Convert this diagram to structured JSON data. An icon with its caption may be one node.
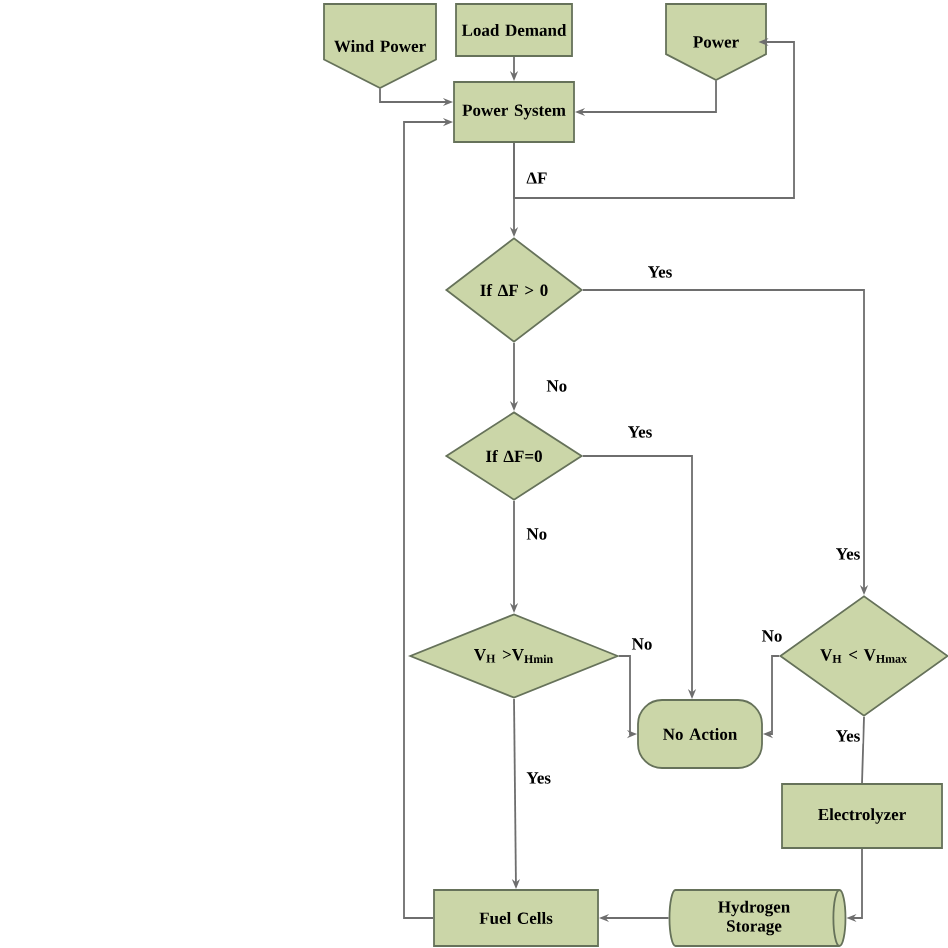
{
  "diagram": {
    "nodes": [
      {
        "text": [
          "Wind Power"
        ]
      },
      {
        "text": [
          "Load Demand"
        ]
      },
      {
        "text": [
          "Power"
        ]
      },
      {
        "text": [
          "Power System"
        ]
      },
      {
        "text": [
          "If ΔF > 0"
        ]
      },
      {
        "text": [
          "If ΔF=0"
        ]
      },
      {
        "text": [
          "V$_{H}$ >V$_{Hmin}$"
        ]
      },
      {
        "text": [
          "No Action"
        ]
      },
      {
        "text": [
          "V$_{H}$ < V$_{Hmax}$"
        ]
      },
      {
        "text": [
          "Electrolyzer"
        ]
      },
      {
        "text": [
          "Hydrogen Storage"
        ]
      },
      {
        "text": [
          "Fuel Cells"
        ]
      }
    ],
    "edges": [
      {
        "from": 0,
        "to": 3,
        "arrow": "to"
      },
      {
        "from": 1,
        "to": 3,
        "arrow": "to"
      },
      {
        "from": 2,
        "to": 3,
        "arrow": "to"
      },
      {
        "from": 3,
        "to": 4,
        "arrow": "to",
        "label": "ΔF"
      },
      {
        "from": 3,
        "to": 2,
        "arrow": "to"
      },
      {
        "from": 4,
        "to": 5,
        "arrow": "to",
        "label": "No"
      },
      {
        "from": 5,
        "to": 6,
        "arrow": "to",
        "label": "No"
      },
      {
        "from": 4,
        "to": 8,
        "arrow": "to",
        "label": "Yes"
      },
      {
        "from": 5,
        "to": 7,
        "arrow": "to",
        "label": "Yes"
      },
      {
        "from": 6,
        "to": 7,
        "arrow": "to",
        "label": "No"
      },
      {
        "from": 8,
        "to": 7,
        "arrow": "to",
        "label": "No"
      },
      {
        "from": 6,
        "to": 11,
        "arrow": "to",
        "label": "Yes"
      },
      {
        "from": 8,
        "to": 9,
        "arrow": "none",
        "label": "Yes"
      },
      {
        "from": 9,
        "to": 10,
        "arrow": "to"
      },
      {
        "from": 10,
        "to": 11,
        "arrow": "to"
      },
      {
        "from": 11,
        "to": 3,
        "arrow": "to"
      }
    ],
    "labels": [
      "Yes"
    ]
  }
}
